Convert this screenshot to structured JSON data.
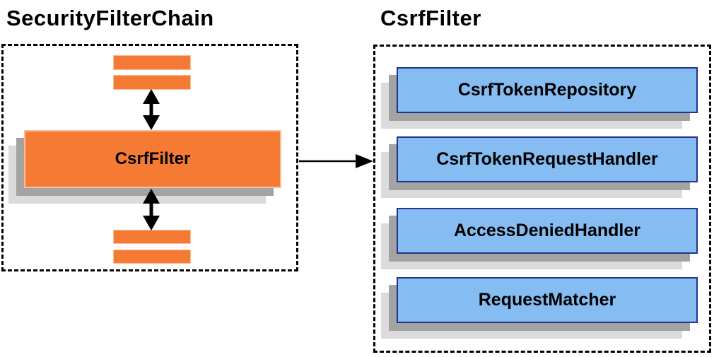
{
  "diagram": {
    "left": {
      "title": "SecurityFilterChain",
      "node_label": "CsrfFilter"
    },
    "right": {
      "title": "CsrfFilter",
      "components": [
        "CsrfTokenRepository",
        "CsrfTokenRequestHandler",
        "AccessDeniedHandler",
        "RequestMatcher"
      ]
    },
    "colors": {
      "orange": "#F57B35",
      "orange_border": "#FBBE99",
      "blue_fill": "#85BCF1",
      "blue_border": "#233390",
      "shadow_dark": "#A3A3A3",
      "shadow_light": "#DBDBDB",
      "ink": "#000000",
      "bg": "#FFFFFF"
    }
  }
}
